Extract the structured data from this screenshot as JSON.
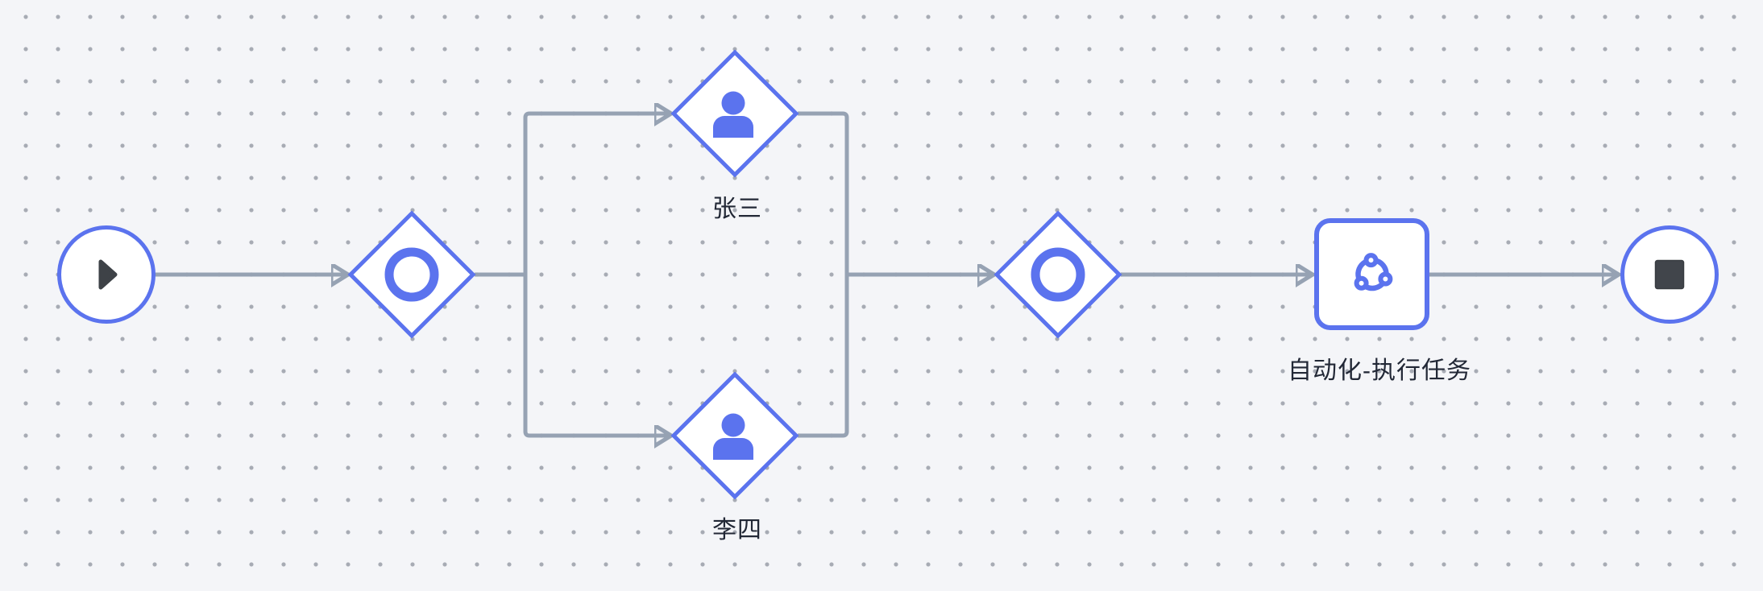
{
  "canvas": {
    "background_color": "#f4f5f8",
    "grid_dot_color": "#a7abb4",
    "accent_color": "#5b73ee",
    "edge_color": "#96a2b3",
    "icon_dark_color": "#3e4247",
    "node_fill_color": "#ffffff",
    "label_color": "#222836"
  },
  "nodes": [
    {
      "id": "start",
      "type": "start-event",
      "shape": "circle",
      "icon": "play-icon",
      "label": ""
    },
    {
      "id": "gateway-1",
      "type": "inclusive-gateway",
      "shape": "diamond",
      "icon": "ring-icon",
      "label": ""
    },
    {
      "id": "user-task-1",
      "type": "user-task",
      "shape": "diamond",
      "icon": "person-icon",
      "label": "张三"
    },
    {
      "id": "user-task-2",
      "type": "user-task",
      "shape": "diamond",
      "icon": "person-icon",
      "label": "李四"
    },
    {
      "id": "gateway-2",
      "type": "inclusive-gateway",
      "shape": "diamond",
      "icon": "ring-icon",
      "label": ""
    },
    {
      "id": "automation-task",
      "type": "automation-task",
      "shape": "rounded-square",
      "icon": "automation-cycle-icon",
      "label": "自动化-执行任务"
    },
    {
      "id": "end",
      "type": "end-event",
      "shape": "circle",
      "icon": "stop-icon",
      "label": ""
    }
  ],
  "edges": [
    {
      "from": "start",
      "to": "gateway-1"
    },
    {
      "from": "gateway-1",
      "to": "user-task-1"
    },
    {
      "from": "gateway-1",
      "to": "user-task-2"
    },
    {
      "from": "user-task-1",
      "to": "gateway-2"
    },
    {
      "from": "user-task-2",
      "to": "gateway-2"
    },
    {
      "from": "gateway-2",
      "to": "automation-task"
    },
    {
      "from": "automation-task",
      "to": "end"
    }
  ]
}
